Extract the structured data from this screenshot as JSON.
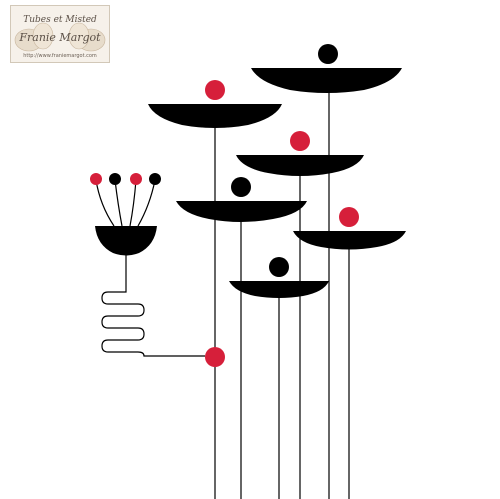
{
  "logo": {
    "line1": "Tubes et Misted",
    "line2": "Franie Margot",
    "url": "http://www.franiemargot.com"
  },
  "colors": {
    "ink": "#000000",
    "accent": "#d61f3a",
    "logo_bg": "#f6f1ea",
    "logo_text": "#5a4f46"
  }
}
